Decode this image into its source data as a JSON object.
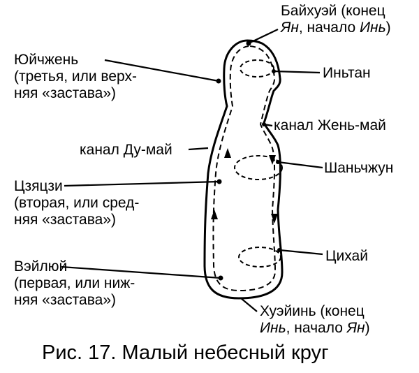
{
  "labels": {
    "baihuei": {
      "l1": "Байхуэй (конец",
      "l2a": "Ян",
      "l2b": ", начало ",
      "l2c": "Инь",
      "l2d": ")"
    },
    "yuizhen": {
      "l1": "Юйчжень",
      "l2": "(третья, или верх-",
      "l3": "няя «застава»)"
    },
    "intan": {
      "l1": "Иньтан"
    },
    "kanal_zhen": {
      "l1": "канал Жень-май"
    },
    "kanal_du": {
      "l1": "канал Ду-май"
    },
    "shanzhun": {
      "l1": "Шаньчжун"
    },
    "tsyatszi": {
      "l1": "Цзяцзи",
      "l2": "(вторая, или сред-",
      "l3": "няя «застава»)"
    },
    "tsihai": {
      "l1": "Цихай"
    },
    "veiluy": {
      "l1": "Вэйлюй",
      "l2": "(первая, или ниж-",
      "l3": "няя «застава»)"
    },
    "huei_in": {
      "l1": "Хуэйинь (конец",
      "l2a": "Инь",
      "l2b": ", начало ",
      "l2c": "Ян",
      "l2d": ")"
    }
  },
  "caption": "Рис. 17. Малый небесный круг"
}
